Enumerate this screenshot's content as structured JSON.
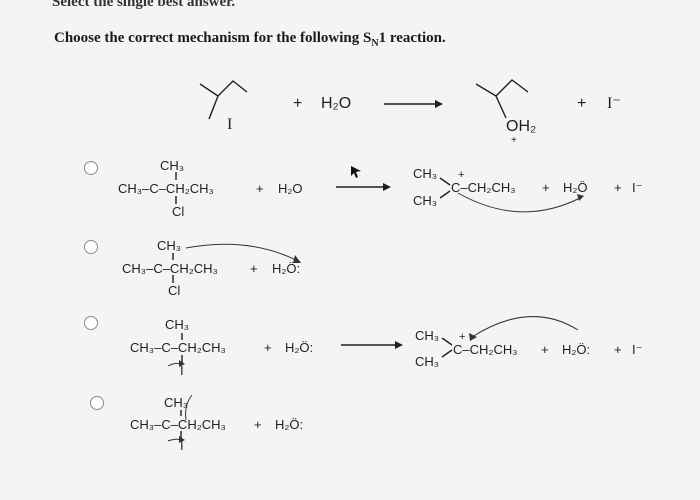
{
  "header": {
    "instruction": "Select the single best answer.",
    "question_prefix": "Choose the correct mechanism for the following S",
    "question_sub": "N",
    "question_suffix": "1 reaction."
  },
  "reaction": {
    "iodine": "I",
    "plus1": "+",
    "water": "H₂O",
    "oxonium": "OH₂",
    "oxonium_charge": "+",
    "plus2": "+",
    "iodide": "I⁻"
  },
  "formula": {
    "ch3": "CH₃",
    "c": "C",
    "chain_head": "CH₃–",
    "chain_mid": "C",
    "chain_tail": "–CH₂CH₃",
    "cl": "Cl",
    "i": "I",
    "plus": "+",
    "h2o_plain": "H₂O",
    "h2o_lp": "H₂Ö",
    "h2o_lp_colon": "H₂Ö:",
    "iodide": "I⁻",
    "cation_tail": "C–CH₂CH₃",
    "cation_charge": "+"
  },
  "options": [
    {
      "id": "a",
      "selected": false
    },
    {
      "id": "b",
      "selected": false
    },
    {
      "id": "c",
      "selected": false
    },
    {
      "id": "d",
      "selected": false
    }
  ]
}
